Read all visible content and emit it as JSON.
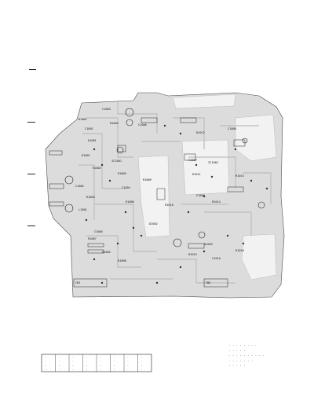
{
  "components": [
    {
      "ref": "R1001"
    },
    {
      "ref": "C1001"
    },
    {
      "ref": "Q1001"
    },
    {
      "ref": "D1001"
    },
    {
      "ref": "R1002"
    },
    {
      "ref": "C1002"
    },
    {
      "ref": "R1003"
    },
    {
      "ref": "L1001"
    },
    {
      "ref": "C1003"
    },
    {
      "ref": "R1004"
    },
    {
      "ref": "IC1001"
    },
    {
      "ref": "R1005"
    },
    {
      "ref": "C1004"
    },
    {
      "ref": "R1006"
    },
    {
      "ref": "C1005"
    },
    {
      "ref": "R1007"
    },
    {
      "ref": "Q1002"
    },
    {
      "ref": "R1008"
    },
    {
      "ref": "C1006"
    },
    {
      "ref": "R1009"
    },
    {
      "ref": "D1002"
    },
    {
      "ref": "R1010"
    },
    {
      "ref": "C1007"
    },
    {
      "ref": "R1011"
    },
    {
      "ref": "R1012"
    },
    {
      "ref": "C1008"
    },
    {
      "ref": "IC1002"
    },
    {
      "ref": "R1013"
    },
    {
      "ref": "C1009"
    },
    {
      "ref": "R1014"
    },
    {
      "ref": "D1003"
    },
    {
      "ref": "R1015"
    },
    {
      "ref": "C1010"
    },
    {
      "ref": "R1016"
    },
    {
      "ref": "CN1"
    },
    {
      "ref": "CN2"
    }
  ],
  "table": {
    "rows": [
      [
        "·",
        "·",
        "·",
        "·",
        "·",
        "·",
        "·",
        "·"
      ],
      [
        "·",
        "·",
        "·",
        "·",
        "·",
        "·",
        "·",
        "·"
      ],
      [
        "·",
        "·",
        "·",
        "·",
        "·",
        "·",
        "·",
        "·"
      ],
      [
        "·",
        "·",
        "·",
        "·",
        "·",
        "·",
        "·",
        "·"
      ]
    ]
  },
  "legend": [
    "· · ·  · ·  · · ·",
    "· · · · ·",
    "· · · ·  · · · · · ·",
    "· · · · · · ·",
    "· · · · ·"
  ],
  "colors": {
    "board_fill": "#dcdcdc",
    "copper_dark": "#9a9a9a",
    "trace": "#bdbdbd",
    "outline": "#4a4a4a",
    "label": "#111111"
  }
}
